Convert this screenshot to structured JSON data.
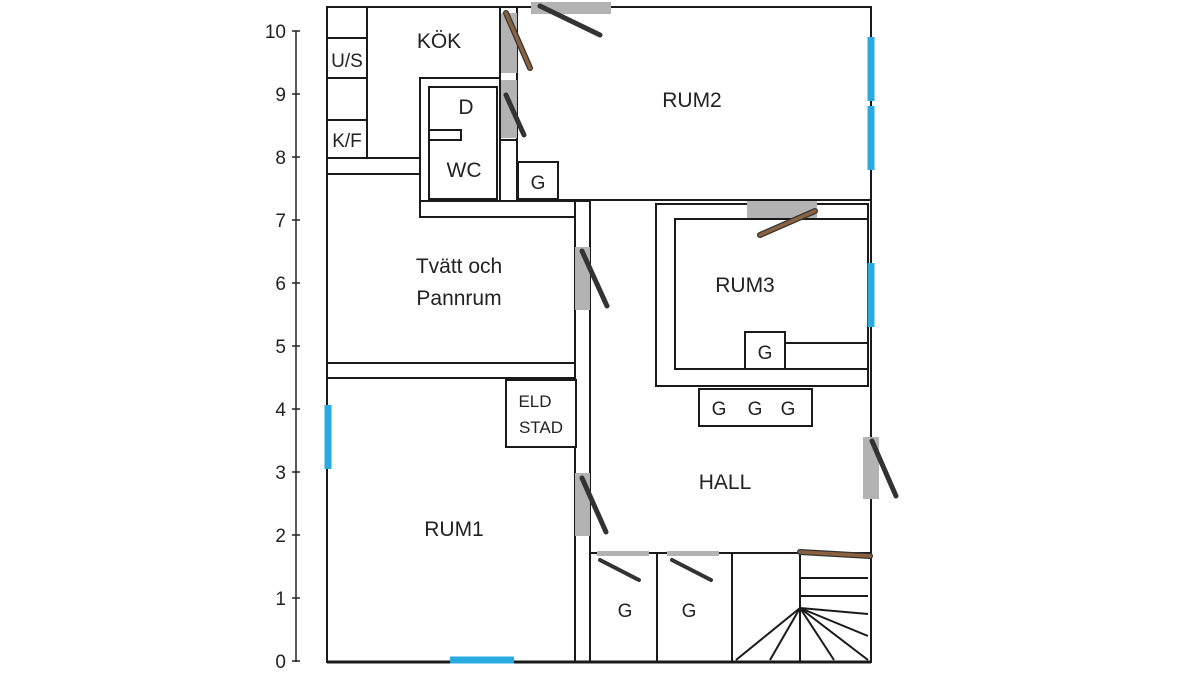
{
  "y_axis": {
    "ticks": [
      "0",
      "1",
      "2",
      "3",
      "4",
      "5",
      "6",
      "7",
      "8",
      "9",
      "10"
    ]
  },
  "rooms": {
    "kok": "KÖK",
    "us": "U/S",
    "kf": "K/F",
    "d": "D",
    "wc": "WC",
    "rum2": "RUM2",
    "tvatt_line1": "Tvätt och",
    "tvatt_line2": "Pannrum",
    "rum3": "RUM3",
    "eld_line1": "ELD",
    "eld_line2": "STAD",
    "hall": "HALL",
    "rum1": "RUM1"
  },
  "closets": {
    "g_kok": "G",
    "g_rum3": "G",
    "g_hall_1": "G",
    "g_hall_2": "G",
    "g_hall_3": "G",
    "g_bottom_1": "G",
    "g_bottom_2": "G"
  },
  "colors": {
    "window": "#29abe2",
    "door_frame": "#b3b3b3",
    "wood_door": "#8b6240",
    "door_leaf": "#333333",
    "wall": "#1a1a1a"
  }
}
